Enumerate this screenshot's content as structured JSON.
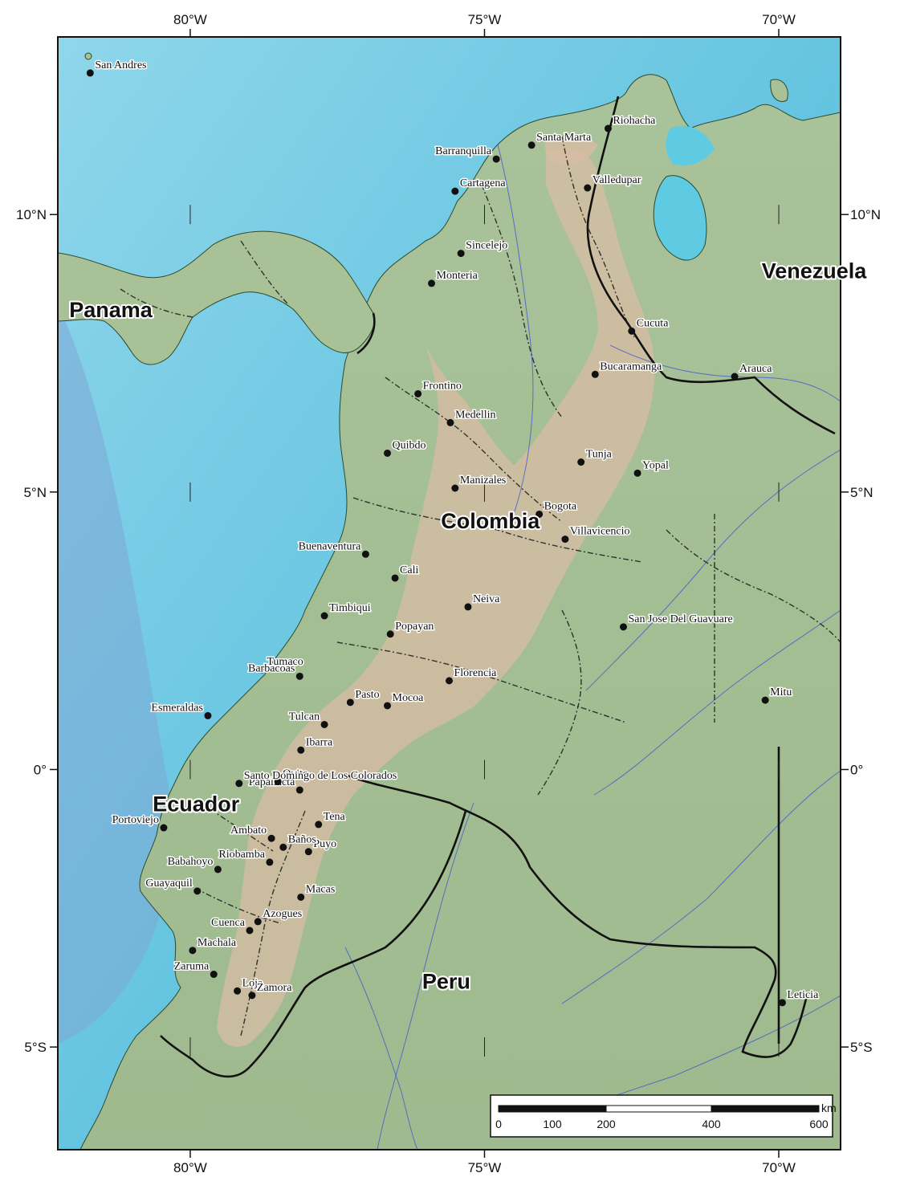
{
  "map": {
    "extent": {
      "lon_min": -82.25,
      "lon_max": -68.95,
      "lat_min": -6.85,
      "lat_max": 13.2
    },
    "ticks_lon": [
      {
        "lon": -80,
        "label": "80°W"
      },
      {
        "lon": -75,
        "label": "75°W"
      },
      {
        "lon": -70,
        "label": "70°W"
      }
    ],
    "ticks_lat": [
      {
        "lat": 10,
        "label_left": "10°N",
        "label_right": "10°N"
      },
      {
        "lat": 5,
        "label_left": "5°N",
        "label_right": "5°N"
      },
      {
        "lat": 0,
        "label_left": "0°",
        "label_right": "0°"
      },
      {
        "lat": -5,
        "label_left": "5°S",
        "label_right": "5°S"
      }
    ],
    "countries": [
      {
        "name": "Panama",
        "lon": -81.35,
        "lat": 8.15
      },
      {
        "name": "Venezuela",
        "lon": -69.4,
        "lat": 8.85
      },
      {
        "name": "Colombia",
        "lon": -74.9,
        "lat": 4.35
      },
      {
        "name": "Ecuador",
        "lon": -79.9,
        "lat": -0.75
      },
      {
        "name": "Peru",
        "lon": -75.65,
        "lat": -3.95
      }
    ],
    "cities": [
      {
        "name": "San Andres",
        "lon": -81.7,
        "lat": 12.55,
        "anchor": "start"
      },
      {
        "name": "Riohacha",
        "lon": -72.9,
        "lat": 11.55,
        "anchor": "start"
      },
      {
        "name": "Santa Marta",
        "lon": -74.2,
        "lat": 11.25,
        "anchor": "start"
      },
      {
        "name": "Barranquilla",
        "lon": -74.8,
        "lat": 11.0,
        "anchor": "end"
      },
      {
        "name": "Cartagena",
        "lon": -75.5,
        "lat": 10.42,
        "anchor": "start"
      },
      {
        "name": "Valledupar",
        "lon": -73.25,
        "lat": 10.48,
        "anchor": "start"
      },
      {
        "name": "Sincelejo",
        "lon": -75.4,
        "lat": 9.3,
        "anchor": "start"
      },
      {
        "name": "Monteria",
        "lon": -75.9,
        "lat": 8.76,
        "anchor": "start"
      },
      {
        "name": "Cucuta",
        "lon": -72.5,
        "lat": 7.9,
        "anchor": "start"
      },
      {
        "name": "Bucaramanga",
        "lon": -73.12,
        "lat": 7.12,
        "anchor": "start"
      },
      {
        "name": "Arauca",
        "lon": -70.75,
        "lat": 7.08,
        "anchor": "start"
      },
      {
        "name": "Frontino",
        "lon": -76.13,
        "lat": 6.77,
        "anchor": "start"
      },
      {
        "name": "Medellin",
        "lon": -75.58,
        "lat": 6.25,
        "anchor": "start"
      },
      {
        "name": "Quibdo",
        "lon": -76.65,
        "lat": 5.7,
        "anchor": "start"
      },
      {
        "name": "Tunja",
        "lon": -73.36,
        "lat": 5.54,
        "anchor": "start"
      },
      {
        "name": "Yopal",
        "lon": -72.4,
        "lat": 5.34,
        "anchor": "start"
      },
      {
        "name": "Manizales",
        "lon": -75.5,
        "lat": 5.07,
        "anchor": "start"
      },
      {
        "name": "Bogota",
        "lon": -74.07,
        "lat": 4.6,
        "anchor": "start"
      },
      {
        "name": "Villavicencio",
        "lon": -73.63,
        "lat": 4.15,
        "anchor": "start"
      },
      {
        "name": "Buenaventura",
        "lon": -77.02,
        "lat": 3.88,
        "anchor": "end"
      },
      {
        "name": "Cali",
        "lon": -76.52,
        "lat": 3.45,
        "anchor": "start"
      },
      {
        "name": "Neiva",
        "lon": -75.28,
        "lat": 2.93,
        "anchor": "start"
      },
      {
        "name": "Timbiqui",
        "lon": -77.72,
        "lat": 2.77,
        "anchor": "start"
      },
      {
        "name": "San Jose Del Guavuare",
        "lon": -72.64,
        "lat": 2.57,
        "anchor": "start"
      },
      {
        "name": "Popayan",
        "lon": -76.6,
        "lat": 2.44,
        "anchor": "start"
      },
      {
        "name": "Tumaco",
        "lon": -78.78,
        "lat": 1.8,
        "anchor": "start"
      },
      {
        "name": "Florencia",
        "lon": -75.6,
        "lat": 1.6,
        "anchor": "start"
      },
      {
        "name": "Mitu",
        "lon": -70.23,
        "lat": 1.25,
        "anchor": "start"
      },
      {
        "name": "Barbacoas",
        "lon": -78.14,
        "lat": 1.68,
        "anchor": "end"
      },
      {
        "name": "Pasto",
        "lon": -77.28,
        "lat": 1.21,
        "anchor": "start"
      },
      {
        "name": "Mocoa",
        "lon": -76.65,
        "lat": 1.15,
        "anchor": "start"
      },
      {
        "name": "Esmeraldas",
        "lon": -79.7,
        "lat": 0.97,
        "anchor": "end"
      },
      {
        "name": "Tulcan",
        "lon": -77.72,
        "lat": 0.81,
        "anchor": "end"
      },
      {
        "name": "Ibarra",
        "lon": -78.12,
        "lat": 0.35,
        "anchor": "start"
      },
      {
        "name": "Papallacta",
        "lon": -78.14,
        "lat": -0.37,
        "anchor": "end"
      },
      {
        "name": "Quito",
        "lon": -78.51,
        "lat": -0.22,
        "anchor": "start"
      },
      {
        "name": "Santo Domingo de Los Colorados",
        "lon": -79.17,
        "lat": -0.25,
        "anchor": "start"
      },
      {
        "name": "Tena",
        "lon": -77.82,
        "lat": -0.99,
        "anchor": "start"
      },
      {
        "name": "Portoviejo",
        "lon": -80.45,
        "lat": -1.05,
        "anchor": "end"
      },
      {
        "name": "Ambato",
        "lon": -78.62,
        "lat": -1.24,
        "anchor": "end"
      },
      {
        "name": "Puyo",
        "lon": -77.99,
        "lat": -1.48,
        "anchor": "start"
      },
      {
        "name": "Babahoyo",
        "lon": -79.53,
        "lat": -1.8,
        "anchor": "end"
      },
      {
        "name": "Baños",
        "lon": -78.42,
        "lat": -1.4,
        "anchor": "start"
      },
      {
        "name": "Guayaquil",
        "lon": -79.88,
        "lat": -2.19,
        "anchor": "end"
      },
      {
        "name": "Riobamba",
        "lon": -78.65,
        "lat": -1.67,
        "anchor": "end"
      },
      {
        "name": "Macas",
        "lon": -78.12,
        "lat": -2.3,
        "anchor": "start"
      },
      {
        "name": "Cuenca",
        "lon": -78.99,
        "lat": -2.9,
        "anchor": "end"
      },
      {
        "name": "Azogues",
        "lon": -78.85,
        "lat": -2.74,
        "anchor": "start"
      },
      {
        "name": "Machala",
        "lon": -79.96,
        "lat": -3.26,
        "anchor": "start"
      },
      {
        "name": "Loja",
        "lon": -79.2,
        "lat": -3.99,
        "anchor": "start"
      },
      {
        "name": "Zaruma",
        "lon": -79.6,
        "lat": -3.69,
        "anchor": "end"
      },
      {
        "name": "Zamora",
        "lon": -78.95,
        "lat": -4.07,
        "anchor": "start"
      },
      {
        "name": "Leticia",
        "lon": -69.94,
        "lat": -4.2,
        "anchor": "start"
      }
    ],
    "scalebar": {
      "unit": "km",
      "labels": [
        "0",
        "100",
        "200",
        "400",
        "600"
      ]
    },
    "colors": {
      "ocean": "#5fcbe3",
      "ocean_deep": "#79a7d6",
      "land": "#a7c094",
      "highland": "#d7b9a2",
      "river": "#3c52d2",
      "border": "#111111",
      "frame": "#111111"
    }
  }
}
